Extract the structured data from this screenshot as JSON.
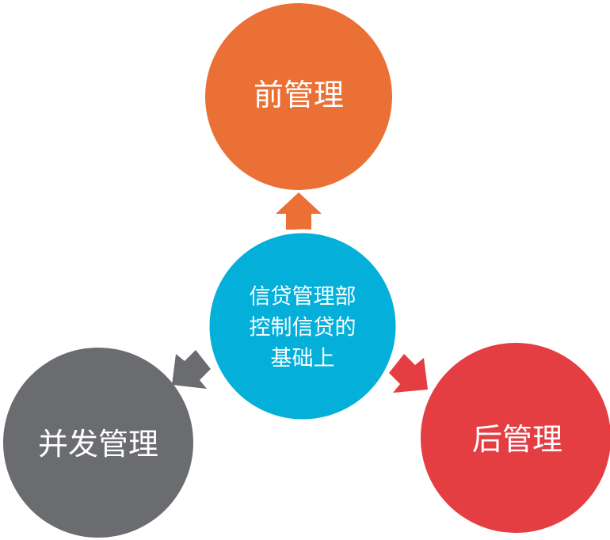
{
  "diagram": {
    "center": {
      "lines": [
        "信贷管理部",
        "控制信贷的",
        "基础上"
      ],
      "color": "#04B0DA"
    },
    "nodes": {
      "top": {
        "label": "前管理",
        "color": "#EB7035"
      },
      "left": {
        "label": "并发管理",
        "color": "#6B6C70"
      },
      "right": {
        "label": "后管理",
        "color": "#E43E43"
      }
    }
  }
}
